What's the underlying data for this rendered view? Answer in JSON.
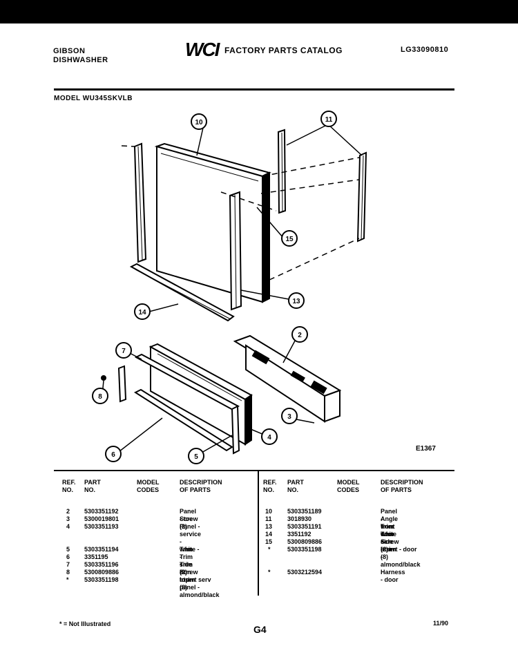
{
  "header": {
    "brand": "GIBSON",
    "product": "DISHWASHER",
    "logo": "WCI",
    "catalog_title": "FACTORY PARTS CATALOG",
    "catalog_number": "LG33090810"
  },
  "model": "MODEL WU345SKVLB",
  "diagram": {
    "code": "E1367",
    "callouts": [
      "10",
      "11",
      "15",
      "13",
      "14",
      "2",
      "7",
      "8",
      "3",
      "4",
      "6",
      "5"
    ]
  },
  "table": {
    "headers_left": [
      "REF.\nNO.",
      "PART\nNO.",
      "MODEL\nCODES",
      "DESCRIPTION\nOF PARTS"
    ],
    "headers_right": [
      "REF.\nNO.",
      "PART\nNO.",
      "MODEL\nCODES",
      "DESCRIPTION\nOF PARTS"
    ],
    "left_rows": [
      {
        "ref": "2",
        "part": "5303351192",
        "codes": "",
        "desc": "Panel - toe"
      },
      {
        "ref": "3",
        "part": "5300019801",
        "codes": "",
        "desc": "Screw (2)"
      },
      {
        "ref": "4",
        "part": "5303351193",
        "codes": "",
        "desc": "Panel - service -\nwhite -"
      },
      {
        "ref": "5",
        "part": "5303351194",
        "codes": "",
        "desc": "Trim - side (2)"
      },
      {
        "ref": "6",
        "part": "3351195",
        "codes": "",
        "desc": "Trim - btm"
      },
      {
        "ref": "7",
        "part": "5303351196",
        "codes": "",
        "desc": "Trim - top"
      },
      {
        "ref": "8",
        "part": "5300809886",
        "codes": "",
        "desc": "Screw - trim (8)"
      },
      {
        "ref": "*",
        "part": "5303351198",
        "codes": "",
        "desc": "Insert serv panel -\nalmond/black"
      }
    ],
    "right_rows": [
      {
        "ref": "10",
        "part": "5303351189",
        "codes": "",
        "desc": "Panel - front white"
      },
      {
        "ref": "11",
        "part": "3018930",
        "codes": "",
        "desc": "Angle - door"
      },
      {
        "ref": "13",
        "part": "5303351191",
        "codes": "",
        "desc": "Trim - side (2)"
      },
      {
        "ref": "14",
        "part": "3351192",
        "codes": "",
        "desc": "Trim - btm"
      },
      {
        "ref": "15",
        "part": "5300809886",
        "codes": "",
        "desc": "Screw - trim (8)"
      },
      {
        "ref": "*",
        "part": "5303351198",
        "codes": "",
        "desc": "Insert - door -\nalmond/black"
      },
      {
        "ref": "*",
        "part": "5303212594",
        "codes": "",
        "desc": "Harness - door"
      }
    ]
  },
  "footer": {
    "note": "* = Not Illustrated",
    "page": "G4",
    "date": "11/90"
  }
}
